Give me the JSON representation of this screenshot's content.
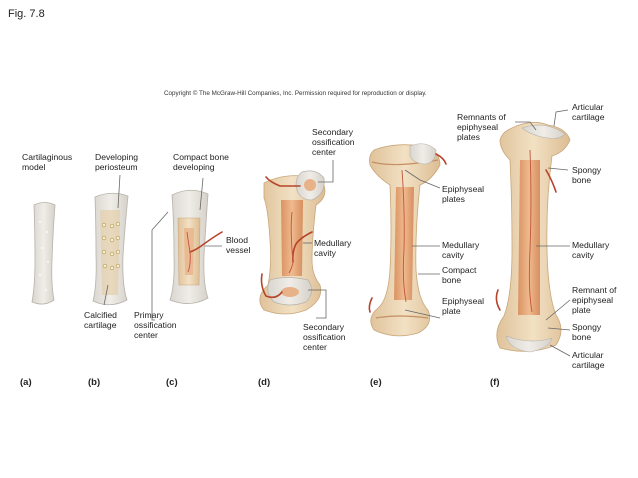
{
  "figure_label": "Fig. 7.8",
  "copyright": "Copyright © The McGraw-Hill Companies, Inc. Permission required for reproduction or display.",
  "panels": [
    "(a)",
    "(b)",
    "(c)",
    "(d)",
    "(e)",
    "(f)"
  ],
  "labels": {
    "cartilaginous_model": [
      "Cartilaginous",
      "model"
    ],
    "developing_periosteum": [
      "Developing",
      "periosteum"
    ],
    "calcified_cartilage": [
      "Calcified",
      "cartilage"
    ],
    "compact_bone_developing": [
      "Compact bone",
      "developing"
    ],
    "blood_vessel": [
      "Blood",
      "vessel"
    ],
    "primary_ossification_center": [
      "Primary",
      "ossification",
      "center"
    ],
    "secondary_ossification_center_top": [
      "Secondary",
      "ossification",
      "center"
    ],
    "medullary_cavity_d": [
      "Medullary",
      "cavity"
    ],
    "secondary_ossification_center_bottom": [
      "Secondary",
      "ossification",
      "center"
    ],
    "epiphyseal_plates": [
      "Epiphyseal",
      "plates"
    ],
    "medullary_cavity_e": [
      "Medullary",
      "cavity"
    ],
    "compact_bone": [
      "Compact",
      "bone"
    ],
    "epiphyseal_plate": [
      "Epiphyseal",
      "plate"
    ],
    "remnants_of_epiphyseal_plates": [
      "Remnants of",
      "epiphyseal",
      "plates"
    ],
    "articular_cartilage_top": [
      "Articular",
      "cartilage"
    ],
    "spongy_bone_top": [
      "Spongy",
      "bone"
    ],
    "medullary_cavity_f": [
      "Medullary",
      "cavity"
    ],
    "remnant_of_epiphyseal_plate": [
      "Remnant of",
      "epiphyseal",
      "plate"
    ],
    "spongy_bone_bottom": [
      "Spongy",
      "bone"
    ],
    "articular_cartilage_bottom": [
      "Articular",
      "cartilage"
    ]
  },
  "colors": {
    "cartilage": "#e6e2dc",
    "cartilage_edge": "#b7b2ab",
    "bone": "#ead3b0",
    "bone_edge": "#c9a67a",
    "marrow": "#e3a779",
    "vessel": "#b5442a"
  }
}
